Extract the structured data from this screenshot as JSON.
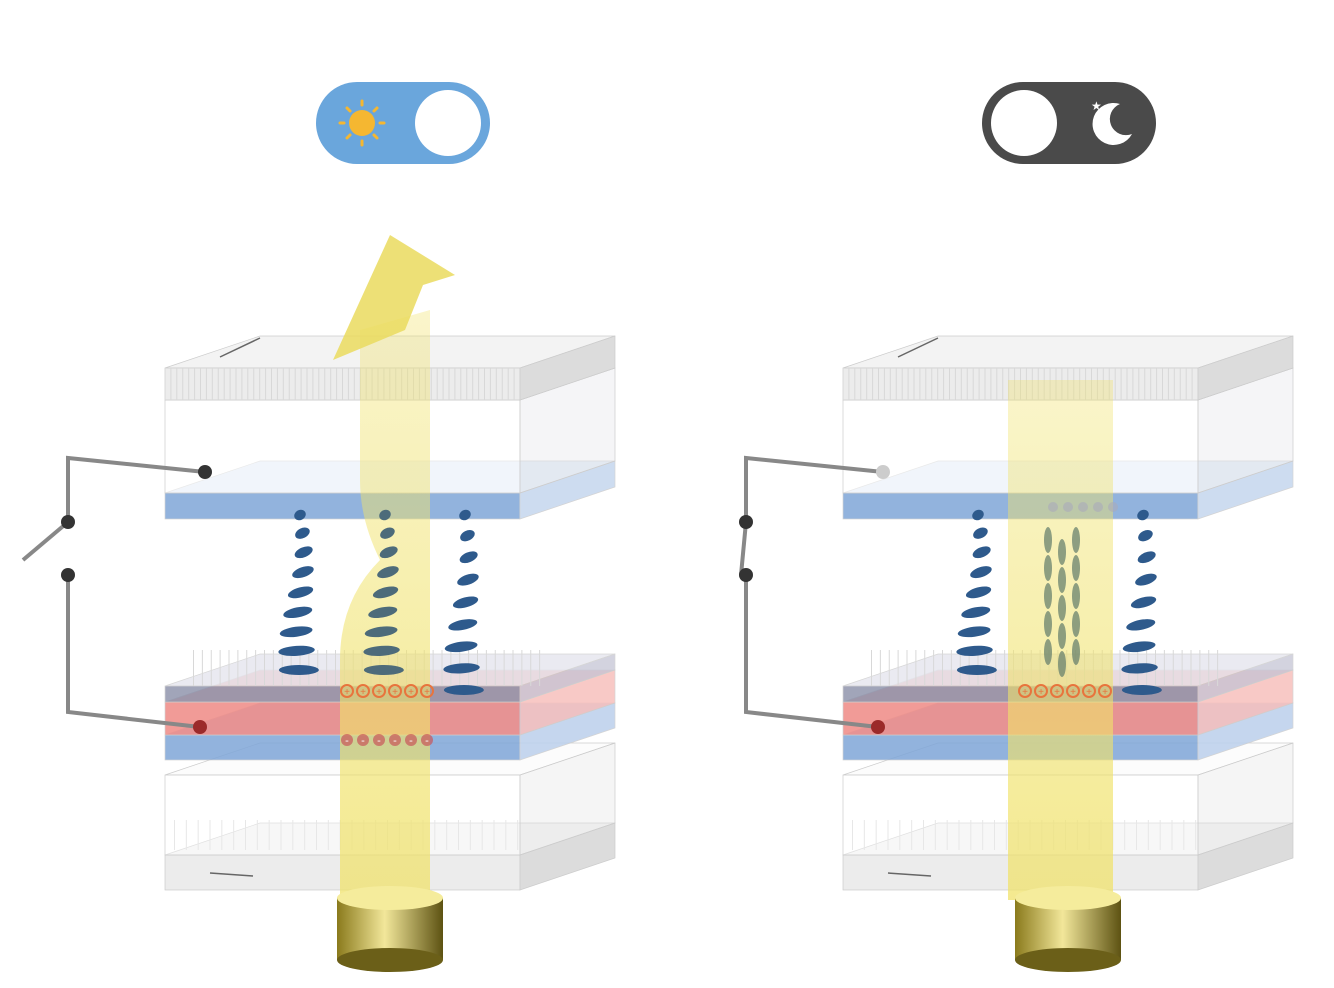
{
  "panels": [
    {
      "id": "day",
      "toggle_icon": "sun-icon",
      "toggle_state": "on",
      "switch_state": "open",
      "light_passes": true,
      "charge_top": "+",
      "charge_bottom": "-"
    },
    {
      "id": "night",
      "toggle_icon": "moon-icon",
      "toggle_state": "off",
      "switch_state": "closed",
      "light_passes": false,
      "charge_top": "+",
      "charge_bottom": "-"
    }
  ],
  "colors": {
    "day_toggle": "#6aa6dc",
    "night_toggle": "#4a4a4a",
    "sun": "#f5b731",
    "light_beam": "#f0e26a",
    "electrode_blue": "#7fa6d8",
    "electrode_red": "#ef8a86",
    "liquid_crystal": "#2e5a8c",
    "positive_charge": "#e8743d",
    "negative_charge": "#c9565a"
  }
}
